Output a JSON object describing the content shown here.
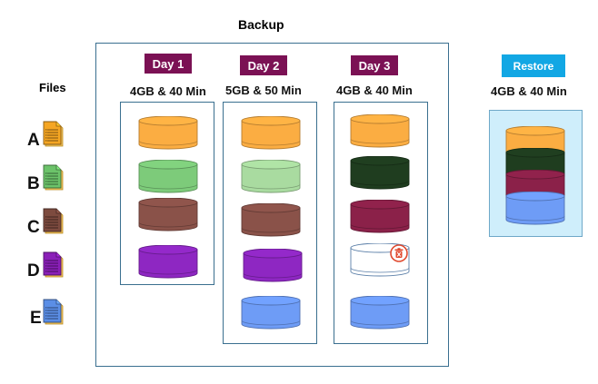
{
  "backup": {
    "title": "Backup",
    "days": [
      {
        "label": "Day 1",
        "size": "4GB & 40 Min"
      },
      {
        "label": "Day 2",
        "size": "5GB & 50 Min"
      },
      {
        "label": "Day 3",
        "size": "4GB & 40 Min"
      }
    ]
  },
  "files": {
    "title": "Files",
    "items": [
      {
        "letter": "A",
        "color": "#f5a623",
        "icon": "document-icon"
      },
      {
        "letter": "B",
        "color": "#6cc36a",
        "icon": "document-icon"
      },
      {
        "letter": "C",
        "color": "#7d4b3f",
        "icon": "document-icon"
      },
      {
        "letter": "D",
        "color": "#8a1fb8",
        "icon": "document-icon"
      },
      {
        "letter": "E",
        "color": "#5b8ee6",
        "icon": "document-icon"
      }
    ]
  },
  "restore": {
    "label": "Restore",
    "size": "4GB & 40 Min"
  },
  "colors": {
    "orange": "#fbad42",
    "green": "#7dcb7a",
    "light_green": "#a9dba0",
    "dark_green": "#1f3d1f",
    "brown": "#8a5249",
    "maroon": "#8b2149",
    "purple": "#8e27c2",
    "blue": "#6e9cf6",
    "empty": "#ffffff",
    "day_badge": "#7b1154",
    "restore_badge": "#12a7e4",
    "restore_bg": "#cfeefb"
  }
}
